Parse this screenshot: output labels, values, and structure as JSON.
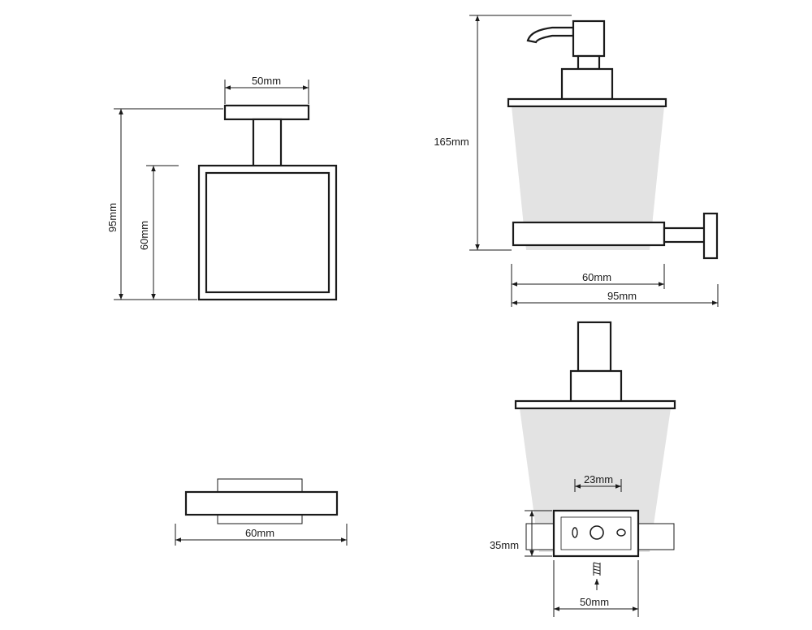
{
  "colors": {
    "line": "#1a1a1a",
    "glass": "#e3e3e3",
    "background": "#ffffff"
  },
  "views": {
    "top_left": {
      "width_label": "50mm",
      "height_outer_label": "95mm",
      "height_inner_label": "60mm"
    },
    "top_right": {
      "height_label": "165mm",
      "width_inner_label": "60mm",
      "width_outer_label": "95mm"
    },
    "bottom_left": {
      "width_label": "60mm"
    },
    "bottom_right": {
      "hole_spacing_label": "23mm",
      "plate_height_label": "35mm",
      "plate_width_label": "50mm"
    }
  }
}
